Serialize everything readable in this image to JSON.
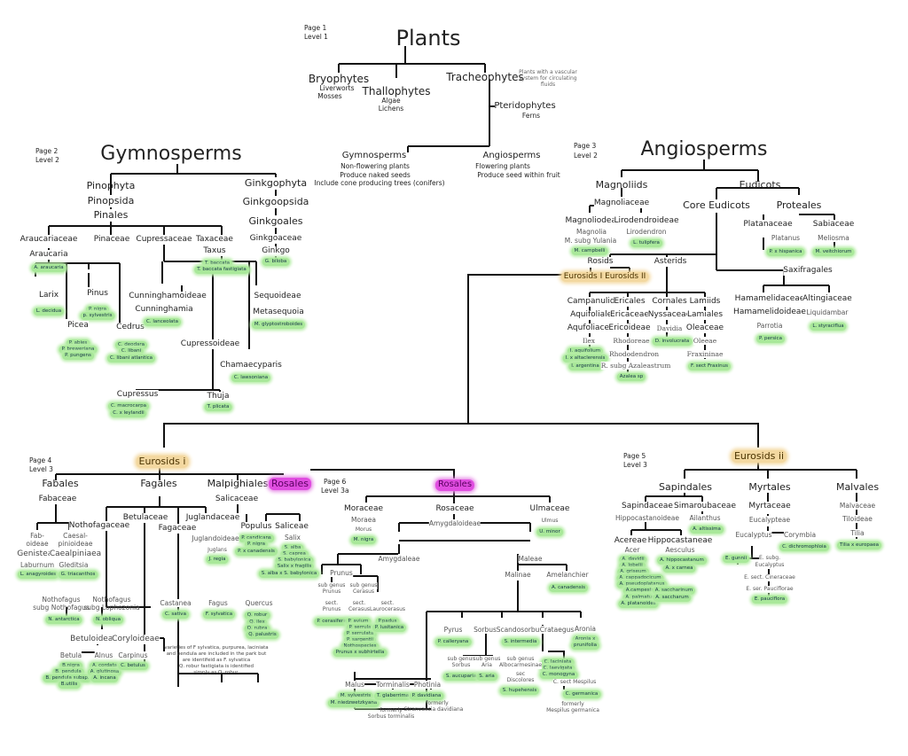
{
  "page1": {
    "page_label": "Page 1",
    "level_label": "Level 1",
    "title": "Plants",
    "bryophytes": {
      "name": "Bryophytes",
      "items": [
        "Liverworts",
        "Mosses"
      ]
    },
    "thallophytes": {
      "name": "Thallophytes",
      "items": [
        "Algae",
        "Lichens"
      ]
    },
    "tracheophytes": {
      "name": "Tracheophytes",
      "note": [
        "Plants with a vascular",
        "system for circulating",
        "fluids"
      ]
    },
    "pteridophytes": {
      "name": "Pteridophytes",
      "items": [
        "Ferns"
      ]
    },
    "gymnosperms": {
      "name": "Gymnosperms",
      "items": [
        "Non-flowering plants",
        "Produce naked seeds",
        "Include cone producing trees (conifers)"
      ]
    },
    "angiosperms": {
      "name": "Angiosperms",
      "items": [
        "Flowering plants",
        "Produce seed within  fruit"
      ]
    }
  },
  "page2": {
    "page_label": "Page 2",
    "level_label": "Level 2",
    "title": "Gymnosperms",
    "pinophyta": [
      "Pinophyta",
      "Pinopsida",
      "Pinales"
    ],
    "ginkgophyta": [
      "Ginkgophyta",
      "Ginkgoopsida",
      "Ginkgoales",
      "Ginkgoaceae",
      "Ginkgo"
    ],
    "ginkgo_species": "G. biloba",
    "araucariaceae": {
      "family": "Araucariaceae",
      "genus": "Araucaria",
      "species": "A. araucaria"
    },
    "pinaceae": "Pinaceae",
    "cupressaceae": "Cupressaceae",
    "taxaceae": {
      "family": "Taxaceae",
      "genus": "Taxus",
      "species": [
        "T. baccata",
        "T. baccata fastigiata"
      ]
    },
    "larix": {
      "genus": "Larix",
      "species": "L. decidua"
    },
    "pinus": {
      "genus": "Pinus",
      "species": [
        "P. nigra",
        "p. sylvestris"
      ]
    },
    "picea": {
      "genus": "Picea",
      "species": [
        "P. abies",
        "P. breweriana",
        "P. pungens"
      ]
    },
    "cedrus": {
      "genus": "Cedrus",
      "species": [
        "C. deodara",
        "C. libani",
        "C. libani atlantica"
      ]
    },
    "cunninghamoideae": {
      "subfamily": "Cunninghamoideae",
      "genus": "Cunninghamia",
      "species": "C. lanceolata"
    },
    "sequoideae": {
      "subfamily": "Sequoideae",
      "genus": "Metasequoia",
      "species": "M. glyptostroboides"
    },
    "cupressoideae": "Cupressoideae",
    "chamaecyparis": {
      "genus": "Chamaecyparis",
      "species": "C. lawsoniana"
    },
    "cupressus": {
      "genus": "Cupressus",
      "species": [
        "C. macrocarpa",
        "C. x leylandii"
      ]
    },
    "thuja": {
      "genus": "Thuja",
      "species": "T. plicata"
    }
  },
  "page3": {
    "page_label": "Page 3",
    "level_label": "Level 2",
    "title": "Angiosperms",
    "magnoliids": "Magnoliids",
    "magnoliaceae": "Magnoliaceae",
    "magnoliodeae": {
      "name": "Magnoliodeae",
      "genus": "Magnolia",
      "sub": "M. subg Yulania",
      "species": "M. campbelli"
    },
    "lirodendroideae": {
      "name": "Lirodendroideae",
      "genus": "Lirodendron",
      "species": "L. tulipfera"
    },
    "eudicots": "Eudicots",
    "core_eudicots": "Core Eudicots",
    "proteales": "Proteales",
    "platanaceae": {
      "family": "Platanaceae",
      "genus": "Platanus",
      "species": "P. x hispanica"
    },
    "sabiaceae": {
      "family": "Sabiaceae",
      "genus": "Meliosma",
      "species": "M. veitchiorum"
    },
    "rosids": "Rosids",
    "eurosids_label": "Eurosids I Eurosids II",
    "asterids": "Asterids",
    "saxifragales": "Saxifragales",
    "campanulids": {
      "lines": [
        "Campanulids",
        "Aquifoliales",
        "Aqufoliaceae",
        "Ilex"
      ],
      "species": [
        "I. aquifolium",
        "I. x altaclerensis",
        "I. argentina"
      ]
    },
    "ericales": {
      "lines": [
        "Ericales",
        "Ericaceae",
        "Ericoideae",
        "Rhodoreae",
        "Rhododendron",
        "R. subg Azaleastrum"
      ],
      "species": "Azalea sp"
    },
    "cornales": {
      "lines": [
        "Cornales",
        "Nyssaceae",
        "Davidia"
      ],
      "species": "D. involucrata"
    },
    "lamiids": {
      "lines": [
        "Lamiids",
        "Lamiales",
        "Oleaceae",
        "Oleeae",
        "Fraxininae"
      ],
      "species": "F. sect Fraxinus"
    },
    "hamamelidaceae": {
      "lines": [
        "Hamamelidaceae",
        "Hamamelidoideae",
        "Parrotia"
      ],
      "species": "P. persica"
    },
    "altingiaceae": {
      "lines": [
        "Altingiaceae",
        "Liquidambar"
      ],
      "species": "L. styraciflua"
    }
  },
  "page4": {
    "page_label": "Page 4",
    "level_label": "Level 3",
    "title": "Eurosids i",
    "fabales": "Fabales",
    "fabaceae": "Fabaceae",
    "faboideae": {
      "lines": [
        "Fab-",
        "oideae",
        "Genisteae",
        "Laburnum"
      ],
      "species": "L. anagyroides"
    },
    "caesalpinioideae": {
      "lines": [
        "Caesal-",
        "pinioideae",
        "Caealpiniaea",
        "Gleditsia"
      ],
      "species": "G. triacanthos"
    },
    "fagales": "Fagales",
    "malpighiales": "Malpighiales",
    "rosales_link": "Rosales",
    "salicaceae": "Salicaceae",
    "populus": {
      "genus": "Populus",
      "species": [
        "P. candicans",
        "P. nigra",
        "P. x canadensis"
      ]
    },
    "saliceae": {
      "tribe": "Saliceae",
      "genus": "Salix",
      "species": [
        "S. alba",
        "S. caprea",
        "S. babylonica",
        "Salix x fragilis",
        "S. alba x S. babylonica"
      ]
    },
    "nothofagaceae": "Nothofagaceae",
    "betulaceae": "Betulaceae",
    "fagaceae": "Fagaceae",
    "juglandaceae": {
      "lines": [
        "Juglandaceae",
        "Juglandoideae",
        "Juglans"
      ],
      "species": "J. regia"
    },
    "nothofagus1": {
      "lines": [
        "Nothofagus",
        "subg Nothofagus"
      ],
      "species": "N. antarctica"
    },
    "nothofagus2": {
      "lines": [
        "Nothofagus",
        "subg Lophozonia"
      ],
      "species": "N. obliqua"
    },
    "betuloideae": "Betuloideae",
    "coryloideae": "Coryloideae",
    "betula": {
      "genus": "Betula",
      "species": [
        "B.nigra",
        "B. pendula",
        "B. pendula subsp.",
        "B.utilis"
      ]
    },
    "alnus": {
      "genus": "Alnus",
      "species": [
        "A. cordata",
        "A. glutinosa",
        "A. incana"
      ]
    },
    "carpinus": {
      "genus": "Carpinus",
      "species": "C. betulus"
    },
    "castanea": {
      "genus": "Castanea",
      "species": "C. sativa"
    },
    "fagus": {
      "genus": "Fagus",
      "species": "F. sylvatica"
    },
    "quercus": {
      "genus": "Quercus",
      "species": [
        "Q. robur",
        "Q. ilex",
        "Q. rubra",
        "Q. palustris"
      ]
    },
    "note": [
      "varieties of F sylvatica, purpurea, laciniata",
      "and pendula are included in the park but",
      "are identifeid as F. sylvatica",
      "Q. robur fastigiata is identified",
      "simply as Q. robur."
    ]
  },
  "page5": {
    "page_label": "Page 5",
    "level_label": "Level 3",
    "title": "Eurosids ii",
    "sapindales": "Sapindales",
    "sapindaceae": "Sapindaceae",
    "hippocastanoideae": "Hippocastanoideae",
    "simaroubaceae": {
      "lines": [
        "Simaroubaceae",
        "Ailanthus"
      ],
      "species": "A. altissima"
    },
    "acereae": {
      "lines": [
        "Acereae",
        "Acer"
      ],
      "species": [
        "A. davidii",
        "A. lobelii",
        "A. griseum",
        "A. cappadocicum",
        "A. pseudoplatanus",
        "A.campestre",
        "A. palmatum",
        "A. platanoides"
      ],
      "species2": [
        "A. saccharinum",
        "A. saccharum"
      ]
    },
    "hippocastaneae": {
      "lines": [
        "Hippocastaneae",
        "Aesculus"
      ],
      "species": [
        "A. hippocastanum",
        "A. x carnea"
      ]
    },
    "myrtales": "Myrtales",
    "myrtaceae": "Myrtaceae",
    "eucalypteae": "Eucalypteae",
    "eucalyptus": "Eucalyptus",
    "corymbia": {
      "genus": "Corymbia",
      "species": "C. dichromophloia"
    },
    "e_gunnii": "E. gunnii",
    "e_subg": [
      "E. subg.",
      "Eucalyptus",
      "E. sect. Cineraceae",
      "E. ser. Pauciflorae"
    ],
    "e_pauciflora": "E. pauciflora",
    "malvales": "Malvales",
    "malvaceae": [
      "Malvaceae",
      "Tiloideae",
      "Tilia"
    ],
    "tilia_species": "Tilia x europaea"
  },
  "page6": {
    "page_label": "Page 6",
    "level_label": "Level 3a",
    "title": "Rosales",
    "moraceae": {
      "lines": [
        "Moraceae",
        "Moraea",
        "Morus"
      ],
      "species": "M. nigra"
    },
    "rosaceae": "Rosaceae",
    "amygdaloideae": "Amygdaloideae",
    "ulmaceae": {
      "lines": [
        "Ulmaceae",
        "Ulmus"
      ],
      "species": "U. minor"
    },
    "amygdaleae": "Amygdaleae",
    "prunus": "Prunus",
    "subg_prunus": [
      "sub genus",
      "Prunus",
      "sect.",
      "Prunus"
    ],
    "p_cerasifera": "P. cerasifera",
    "subg_cerasus": [
      "sub genus",
      "Cerasus"
    ],
    "sect_cerasus": [
      "sect.",
      "Cerasus"
    ],
    "cerasus_species": [
      "P. avium",
      "P. serrula",
      "P. serrulata",
      "P. sargentii",
      "Nothospecies",
      "Prunus x subhirtella"
    ],
    "sect_laurocerasus": [
      "sect.",
      "Laurocerasus"
    ],
    "laurocerasus_species": [
      "P.padus",
      "P. lusitanica"
    ],
    "maleae": "Maleae",
    "malinae": "Malinae",
    "amelanchier": {
      "genus": "Amelanchier",
      "species": "A. canadensis"
    },
    "pyrus": {
      "genus": "Pyrus",
      "species": "P. calleryana"
    },
    "sorbus": "Sorbus",
    "scandosorbus": {
      "genus": "Scandosorbus",
      "species": "S. intermedia"
    },
    "crataegus": {
      "genus": "Crataegus",
      "species": [
        "C. laciniata",
        "C. laevigata",
        "C. monogyna"
      ]
    },
    "aronia": {
      "genus": "Aronia",
      "species": [
        "Aronia x",
        "prunifolia"
      ]
    },
    "sorbus_sorbus": {
      "lines": [
        "sub genus",
        "Sorbus"
      ],
      "species": "S. aucuparia"
    },
    "sorbus_aria": {
      "lines": [
        "sub genus",
        "Aria"
      ],
      "species": "S. aria"
    },
    "sorbus_albo": {
      "lines": [
        "sub genus",
        "Albocarmesinae",
        "sec",
        "Discolores"
      ],
      "species": "S. hupehensis"
    },
    "mespilus": {
      "lines": [
        "C. sect Mespilus"
      ],
      "species": "C. germanica",
      "note": [
        "formerly",
        "Mespilus germanica"
      ]
    },
    "malus": {
      "genus": "Malus",
      "species": [
        "M. sylvestris",
        "M. niedzwetzkyana"
      ]
    },
    "torminalis": {
      "genus": "Torminalis",
      "species": "T. glaberrima",
      "note": [
        "formerly",
        "Sorbus torminalis"
      ]
    },
    "photinia": {
      "genus": "Photinia",
      "species": "P. davidiana",
      "note": [
        "formerly",
        "Stranvaesia davidiana"
      ]
    }
  }
}
